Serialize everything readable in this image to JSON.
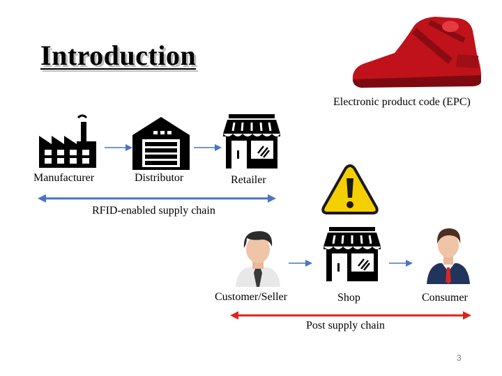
{
  "slide": {
    "title": "Introduction",
    "page_number": "3"
  },
  "epc": {
    "label": "Electronic product code (EPC)",
    "shoe_color": "#c0121a"
  },
  "rfid_chain": {
    "nodes": [
      "Manufacturer",
      "Distributor",
      "Retailer"
    ],
    "label": "RFID-enabled supply chain",
    "color": "#4a74c4"
  },
  "post_chain": {
    "nodes": [
      "Customer/Seller",
      "Shop",
      "Consumer"
    ],
    "label": "Post supply chain",
    "color": "#e0201c"
  },
  "warning": {
    "icon": "warning-icon",
    "fill": "#f5d000"
  },
  "icon_color": "#000000"
}
